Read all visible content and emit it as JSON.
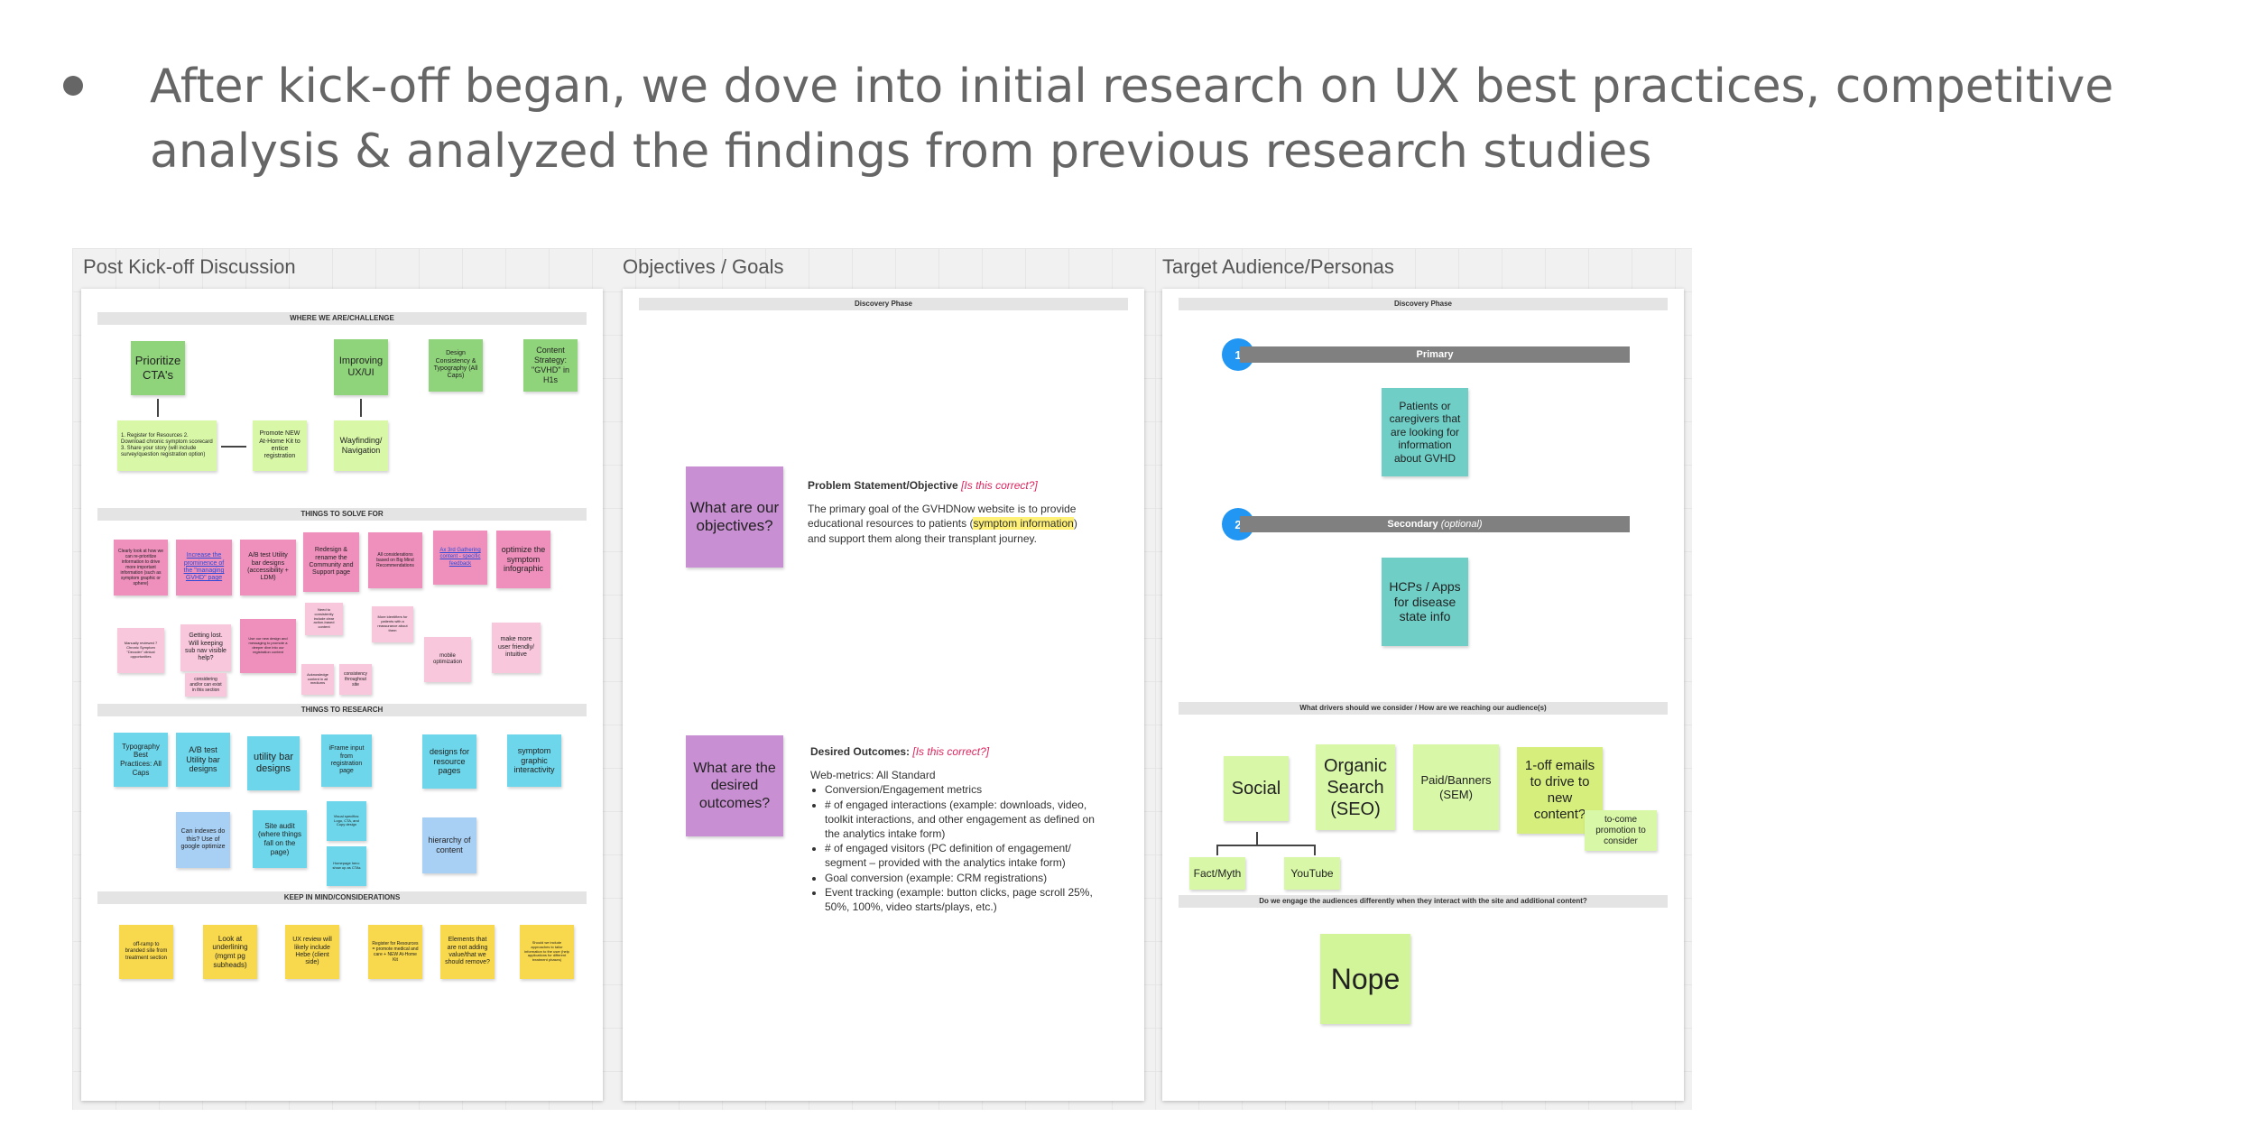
{
  "bullet": {
    "text": "After kick-off began, we dove into initial research on UX best practices, competitive analysis & analyzed the findings from previous research studies"
  },
  "frames": {
    "post_kickoff": {
      "title": "Post Kick-off Discussion",
      "sections": [
        "WHERE WE ARE/CHALLENGE",
        "THINGS TO SOLVE FOR",
        "THINGS TO RESEARCH",
        "KEEP IN MIND/CONSIDERATIONS"
      ],
      "challenge": {
        "prioritize": "Prioritize CTA's",
        "ux": "Improving UX/UI",
        "design": "Design Consistency & Typography (All Caps)",
        "content": "Content Strategy: \"GVHD\" in H1s",
        "register": "1. Register for Resources 2. Download chronic symptom scorecard 3. Share your story (will include survey/question registration option)",
        "promote": "Promote NEW At-Home Kit to entice registration",
        "wayfinding": "Wayfinding/ Navigation"
      },
      "solve": {
        "clearly": "Clearly look at how we can re-prioritize information to drive more important information (such as symptom graphic or sphere)",
        "increase": "Increase the prominence of the \"managing GVHD\" page",
        "ab": "A/B test Utility bar designs (accessibility + LDM)",
        "redesign": "Redesign & rename the Community and Support page",
        "all": "All considerations based on Big Mind Recommendations",
        "ax": "Ax 3rd Gathering content - specific feedback",
        "optimize": "optimize the symptom infographic",
        "sub1": "Manually reviewed 7 Chronic Symptom \"Decoder\" clinical opportunities",
        "sub2": "Getting lost. Will keeping sub nav visible help?",
        "sub3": "considering and/or can exist in this section",
        "sub4": "Use our new design and messaging to promote a deeper dive into our registration content",
        "sub5": "Need to consistently include clear action-based content",
        "sub6": "More identifiers for patients with a reassurance about them",
        "sub7": "Acknowledge content in all mediums",
        "sub8": "consistency throughout site",
        "mobile": "mobile optimization",
        "friendly": "make more user friendly/ intuitive"
      },
      "research": {
        "typography": "Typography Best Practices: All Caps",
        "abtest": "A/B test Utility bar designs",
        "utility": "utility bar designs",
        "frame": "iFrame input from registration page",
        "designs": "designs for resource pages",
        "symptom": "symptom graphic interactivity",
        "leverage": "Can indexes do this? Use of google optimize",
        "audit": "Site audit (where things fall on the page)",
        "visual": "Visual specifics: Logo, CTA, and Copy design",
        "homepage": "Homepage hero: show up as CTAs",
        "hierarchy": "hierarchy of content"
      },
      "keep": {
        "offramp": "off-ramp to branded site from treatment section",
        "underlining": "Look at underlining (mgmt pg subheads)",
        "uxreview": "UX review will likely include Hebe (client side)",
        "register": "Register for Resources = promote medical and care + NEW At-Home Kit",
        "elements": "Elements that are not adding value/that we should remove?",
        "should": "Should we include approaches to tailor information to the user (help applications for different treatment phases)"
      }
    },
    "objectives": {
      "title": "Objectives / Goals",
      "bar": "Discovery Phase",
      "what_objectives": "What are our objectives?",
      "problem_heading": "Problem Statement/Objective",
      "problem_q": "[Is this correct?]",
      "problem_text_1": "The primary goal of the GVHDNow website is to provide educational resources to patients (",
      "problem_highlight": "symptom information",
      "problem_text_2": ") and support them along their transplant journey.",
      "what_outcomes": "What are the desired outcomes?",
      "outcomes_heading": "Desired Outcomes:",
      "outcomes_q": "[Is this correct?]",
      "web_metrics": "Web-metrics: All Standard",
      "outcomes": [
        "Conversion/Engagement metrics",
        "# of engaged interactions (example: downloads, video, toolkit interactions, and other engagement as defined on the analytics intake form)",
        "# of engaged visitors (PC definition of engagement/ segment – provided with the analytics intake form)",
        "Goal conversion (example: CRM registrations)",
        "Event tracking (example: button clicks, page scroll 25%, 50%, 100%, video starts/plays, etc.)"
      ]
    },
    "audience": {
      "title": "Target Audience/Personas",
      "bar": "Discovery Phase",
      "tier1_num": "1",
      "tier1_label": "Primary",
      "patients": "Patients or caregivers that are looking for information about GVHD",
      "tier2_num": "2",
      "tier2_label": "Secondary",
      "tier2_opt": "(optional)",
      "hcps": "HCPs / Apps for disease state info",
      "drivers_bar": "What drivers should we consider / How are we reaching our audience(s)",
      "social": "Social",
      "organic": "Organic Search (SEO)",
      "paid": "Paid/Banners (SEM)",
      "emails": "1-off emails to drive to new content?",
      "tocome": "to-come promotion to consider",
      "factmyth": "Fact/Myth",
      "youtube": "YouTube",
      "engage_bar": "Do we engage the audiences differently when they interact with the site and additional content?",
      "nope": "Nope"
    }
  }
}
